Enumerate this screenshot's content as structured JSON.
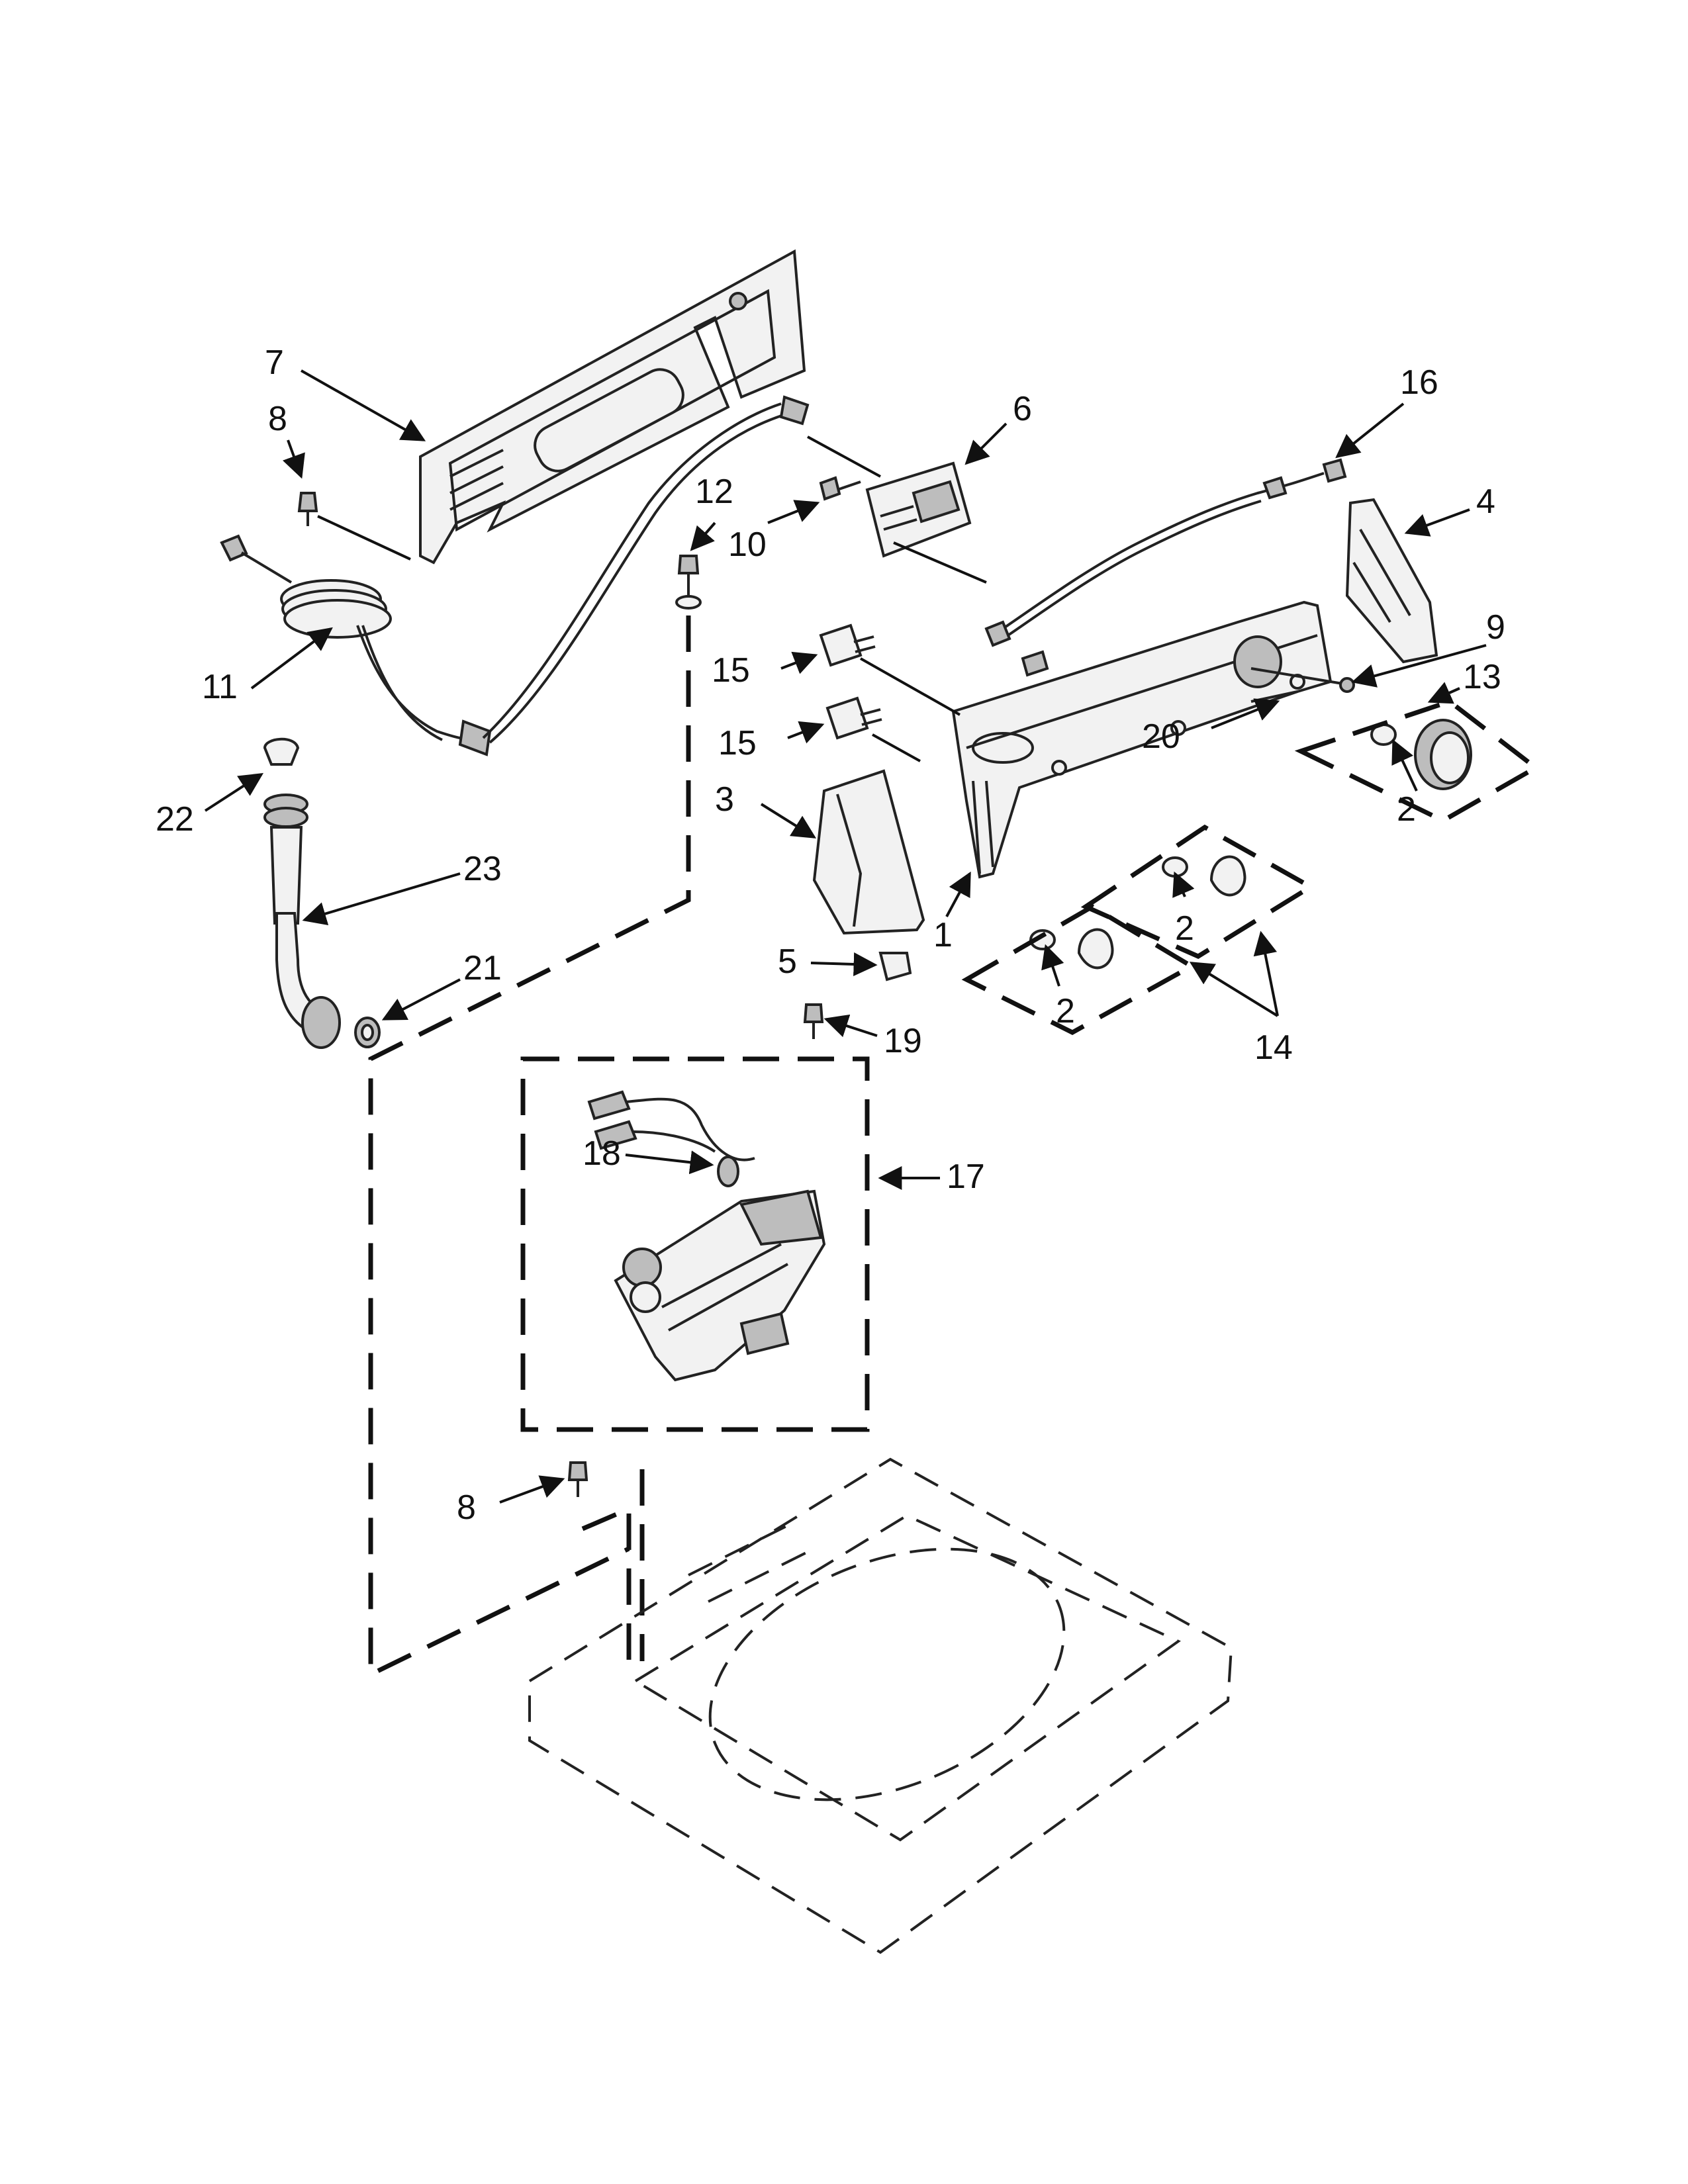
{
  "callouts": {
    "c1": "1",
    "c2a": "2",
    "c2b": "2",
    "c2c": "2",
    "c3": "3",
    "c4": "4",
    "c5": "5",
    "c6": "6",
    "c7": "7",
    "c8a": "8",
    "c8b": "8",
    "c9": "9",
    "c10": "10",
    "c11": "11",
    "c12": "12",
    "c13": "13",
    "c14": "14",
    "c15a": "15",
    "c15b": "15",
    "c16": "16",
    "c17": "17",
    "c18": "18",
    "c19": "19",
    "c20": "20",
    "c21": "21",
    "c22": "22",
    "c23": "23"
  },
  "colors": {
    "ink": "#111111",
    "part_fill": "#f2f2f2",
    "part_shade": "#bdbdbd"
  }
}
